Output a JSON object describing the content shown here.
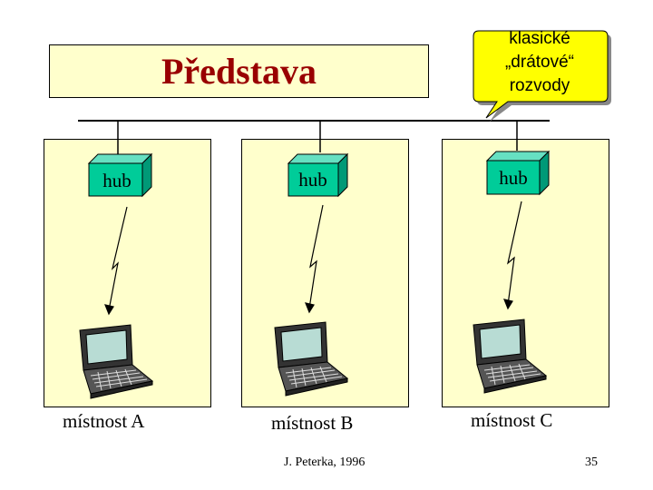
{
  "title": "Představa",
  "callout": {
    "lines": [
      "klasické",
      "„drátové“",
      "rozvody"
    ]
  },
  "rooms": [
    {
      "hub_label": "hub",
      "room_label": "místnost A"
    },
    {
      "hub_label": "hub",
      "room_label": "místnost B"
    },
    {
      "hub_label": "hub",
      "room_label": "místnost C"
    }
  ],
  "footer": {
    "author": "J. Peterka, 1996",
    "page": "35"
  },
  "colors": {
    "title_text": "#990000",
    "panel_fill": "#ffffcc",
    "hub_front": "#00cc99",
    "hub_top": "#66e0c2",
    "hub_side": "#009977",
    "callout_fill": "#ffff00"
  },
  "icons": [
    "hub-cube-icon",
    "lightning-arrow-icon",
    "laptop-icon"
  ]
}
